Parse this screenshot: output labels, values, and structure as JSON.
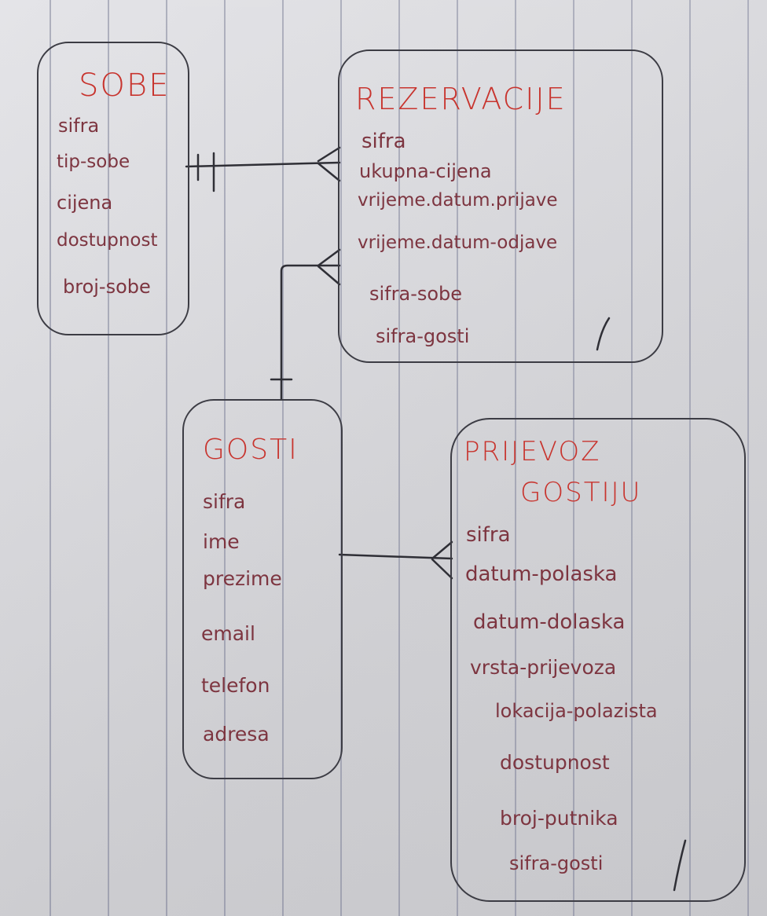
{
  "entities": {
    "sobe": {
      "title": "SOBE",
      "attributes": [
        "sifra",
        "tip-sobe",
        "cijena",
        "dostupnost",
        "broj-sobe"
      ]
    },
    "rezervacije": {
      "title": "REZERVACIJE",
      "attributes": [
        "sifra",
        "ukupna-cijena",
        "vrijeme.datum.prijave",
        "vrijeme.datum-odjave",
        "sifra-sobe",
        "sifra-gosti"
      ]
    },
    "gosti": {
      "title": "GOSTI",
      "attributes": [
        "sifra",
        "ime",
        "prezime",
        "email",
        "telefon",
        "adresa"
      ]
    },
    "prijevoz": {
      "title_line1": "PRIJEVOZ",
      "title_line2": "GOSTIJU",
      "attributes": [
        "sifra",
        "datum-polaska",
        "datum-dolaska",
        "vrsta-prijevoza",
        "lokacija-polazista",
        "dostupnost",
        "broj-putnika",
        "sifra-gosti"
      ]
    }
  },
  "colors": {
    "title": "#c8342e",
    "attribute": "#7d3540",
    "line": "#2f2f36"
  }
}
